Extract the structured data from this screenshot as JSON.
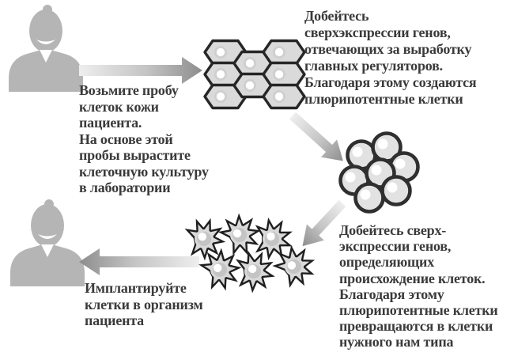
{
  "diagram": {
    "language": "ru",
    "topic": "induced pluripotent stem cell reprogramming workflow",
    "steps": [
      {
        "id": 1,
        "text": "Возьмите пробу\nклеток кожи\nпациента.\nНа основе этой\nпробы вырастите\nклеточную культуру\nв лаборатории"
      },
      {
        "id": 2,
        "text": "Добейтесь\nсверхэкспрессии генов,\nотвечающих за выработку\nглавных регуляторов.\nБлагодаря этому создаются\nплюрипотентные клетки"
      },
      {
        "id": 3,
        "text": "Добейтесь сверх-\nэкспрессии генов,\nопределяющих\nпроисхождение клеток.\nБлагодаря этому\nплюрипотентные клетки\nпревращаются в клетки\nнужного нам типа"
      },
      {
        "id": 4,
        "text": "Имплантируйте\nклетки в организм\nпациента"
      }
    ],
    "icons": {
      "patient_top": "person-bust-silhouette",
      "patient_bottom": "person-bust-silhouette",
      "skin_cells": "hexagon-cell-cluster (8 cells)",
      "pluripotent_cells": "round-cell-cluster (7 cells)",
      "differentiated_cells": "spiky-cell-group (6 cells)",
      "arrows": [
        "arrow-right",
        "arrow-down-right",
        "arrow-down-left",
        "arrow-left"
      ]
    },
    "colors": {
      "background": "#ffffff",
      "text": "#3a3a3a",
      "silhouette": "#b5b5b5",
      "cell_fill": "#dadada",
      "cell_outline": "#262626",
      "arrow_light": "#eeeeee",
      "arrow_dark": "#8d8d8d"
    }
  }
}
